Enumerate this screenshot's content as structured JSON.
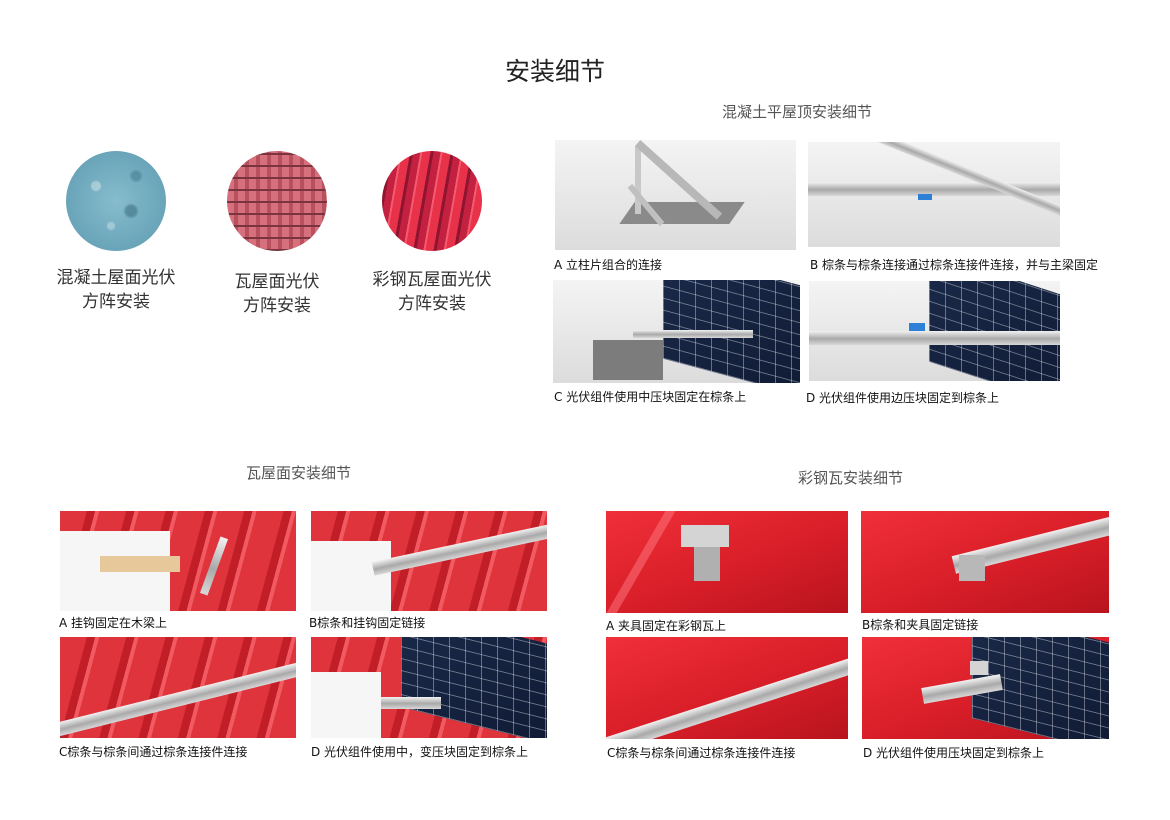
{
  "title": "安装细节",
  "roof_types": [
    {
      "line1": "混凝土屋面光伏",
      "line2": "方阵安装",
      "icon": "concrete-texture-icon"
    },
    {
      "line1": "瓦屋面光伏",
      "line2": "方阵安装",
      "icon": "tile-texture-icon"
    },
    {
      "line1": "彩钢瓦屋面光伏",
      "line2": "方阵安装",
      "icon": "steel-texture-icon"
    }
  ],
  "sections": {
    "concrete": {
      "title": "混凝土平屋顶安装细节",
      "captions": [
        "A 立柱片组合的连接",
        "B 棕条与棕条连接通过棕条连接件连接，并与主梁固定",
        "C 光伏组件使用中压块固定在棕条上",
        "D 光伏组件使用边压块固定到棕条上"
      ]
    },
    "tile": {
      "title": "瓦屋面安装细节",
      "captions": [
        "A 挂钩固定在木梁上",
        "B棕条和挂钩固定链接",
        "C棕条与棕条间通过棕条连接件连接",
        "D 光伏组件使用中，变压块固定到棕条上"
      ]
    },
    "steel": {
      "title": "彩钢瓦安装细节",
      "captions": [
        "A 夹具固定在彩钢瓦上",
        "B棕条和夹具固定链接",
        "C棕条与棕条间通过棕条连接件连接",
        "D 光伏组件使用压块固定到棕条上"
      ]
    }
  },
  "colors": {
    "roof_red": "#d81e28",
    "solar_panel": "#1b2a4a",
    "clamp_blue": "#2e7fd6"
  }
}
